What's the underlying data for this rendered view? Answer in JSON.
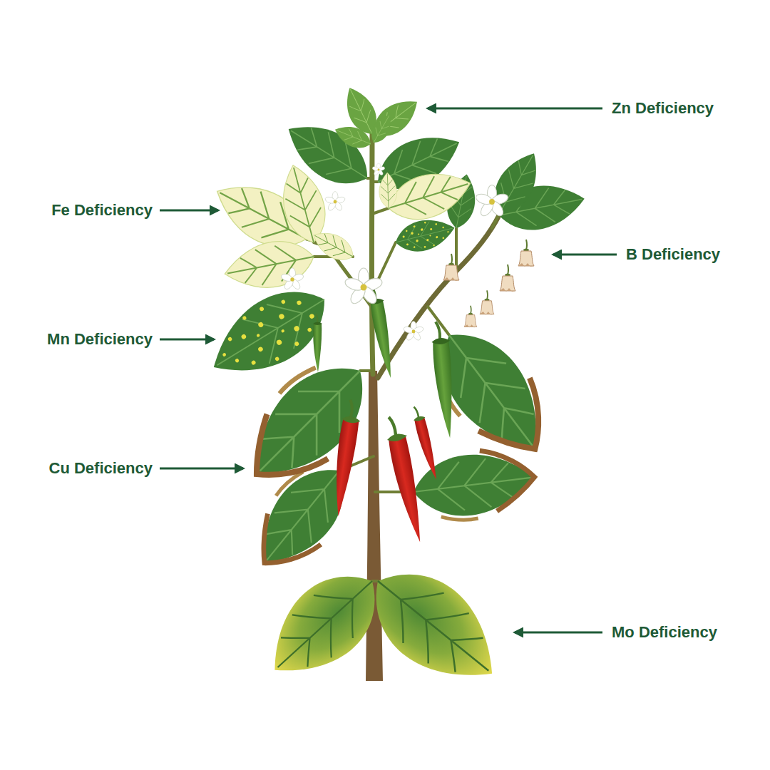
{
  "diagram": {
    "labels": [
      "Zn Deficiency",
      "Fe Deficiency",
      "B Deficiency",
      "Mn Deficiency",
      "Cu Deficiency",
      "Mo Deficiency"
    ]
  }
}
